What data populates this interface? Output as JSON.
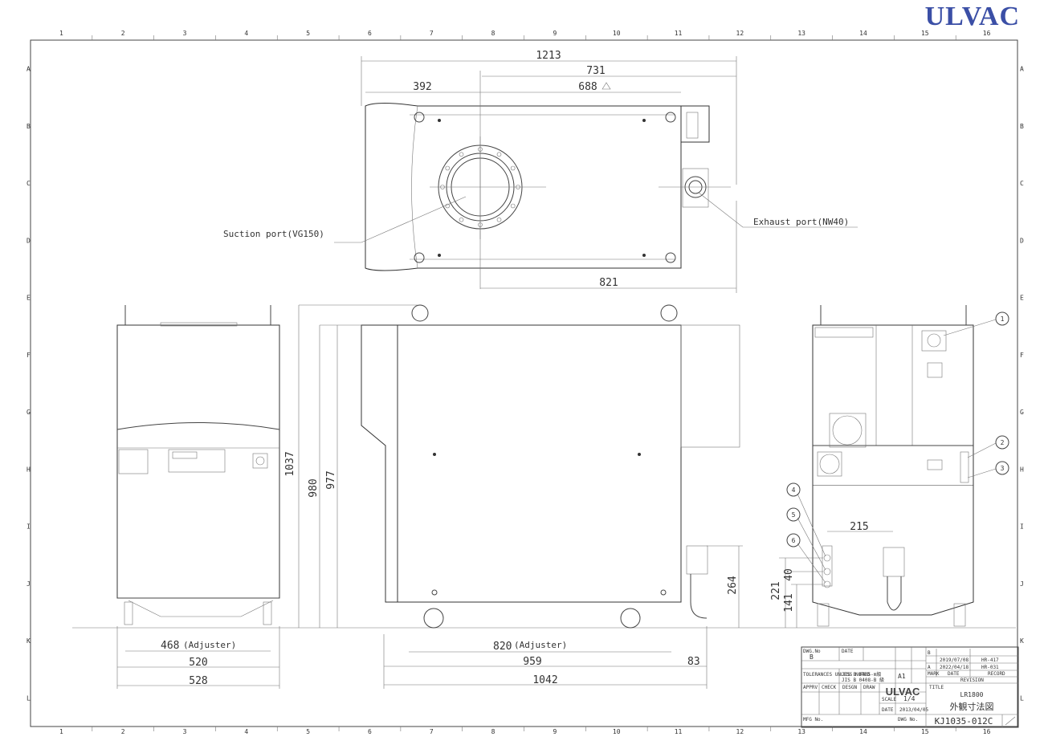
{
  "brand": {
    "logo": "ULVAC"
  },
  "grid": {
    "columns": [
      "1",
      "2",
      "3",
      "4",
      "5",
      "6",
      "7",
      "8",
      "9",
      "10",
      "11",
      "12",
      "13",
      "14",
      "15",
      "16"
    ],
    "rows": [
      "A",
      "B",
      "C",
      "D",
      "E",
      "F",
      "G",
      "H",
      "I",
      "J",
      "K",
      "L"
    ]
  },
  "top_view": {
    "dims": {
      "overall": "1213",
      "d731": "731",
      "d392": "392",
      "d688": "688",
      "d821": "821"
    },
    "suction_label": "Suction port(VG150)",
    "exhaust_label": "Exhaust port(NW40)"
  },
  "front_view": {
    "dims": {
      "adjuster": "468",
      "adjuster_suffix": "(Adjuster)",
      "w520": "520",
      "w528": "528"
    }
  },
  "side_view": {
    "dims": {
      "h1037": "1037",
      "h980": "980",
      "h977": "977",
      "h264": "264",
      "adj820": "820",
      "adj_suffix": "(Adjuster)",
      "w959": "959",
      "w83": "83",
      "w1042": "1042"
    }
  },
  "rear_view": {
    "dims": {
      "d215": "215",
      "h221": "221",
      "h141": "141",
      "h40": "40"
    },
    "callouts": [
      "1",
      "2",
      "3",
      "4",
      "5",
      "6"
    ]
  },
  "title_block": {
    "dwg_no_label": "DWG.No",
    "date_label": "DATE",
    "b_mark": "B",
    "revisions": [
      {
        "mark": "B",
        "date": "2019/07/08",
        "by": "HR-417"
      },
      {
        "mark": "A",
        "date": "2022/04/18",
        "by": "HR-031"
      }
    ],
    "mark_hdr": "MARK",
    "date_hdr": "DATE",
    "record_hdr": "RECORD",
    "revision_hdr": "REVISION",
    "tolerance_label": "TOLERANCES UNLESS NOTED",
    "jis_line1": "JIS B 0405-m級",
    "jis_line2": "JIS B 0408-B 級",
    "size": "A1",
    "appr_hdr": "APPRV",
    "chk_hdr": "CHECK",
    "desg_hdr": "DESGN",
    "draw_hdr": "DRAW",
    "company": "ULVAC",
    "title_label": "TITLE",
    "model": "LR1800",
    "title_jp": "外観寸法図",
    "scale_label": "SCALE",
    "scale": "1/4",
    "date_issued_label": "DATE",
    "date_issued": "2013/04/05",
    "mfg_label": "MFG No.",
    "dwg_label": "DWG No.",
    "dwg_number": "KJ1035-012C"
  }
}
